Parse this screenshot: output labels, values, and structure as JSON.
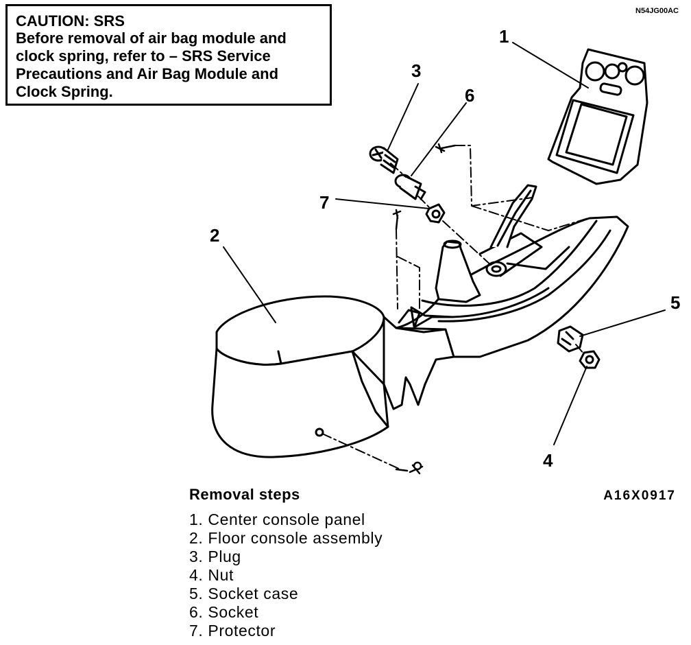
{
  "caution": {
    "title": "CAUTION: SRS",
    "lines": [
      "Before removal of air bag module and",
      "clock spring, refer to – SRS  Service",
      "Precautions  and Air Bag Module and",
      "Clock Spring."
    ]
  },
  "figure_code": "N54JG00AC",
  "figure_ref": "A16X0917",
  "callouts": [
    "1",
    "2",
    "3",
    "4",
    "5",
    "6",
    "7"
  ],
  "removal": {
    "title": "Removal  steps",
    "steps": [
      "1. Center  console  panel",
      "2. Floor  console  assembly",
      "3. Plug",
      "4. Nut",
      "5. Socket  case",
      "6. Socket",
      "7. Protector"
    ]
  }
}
